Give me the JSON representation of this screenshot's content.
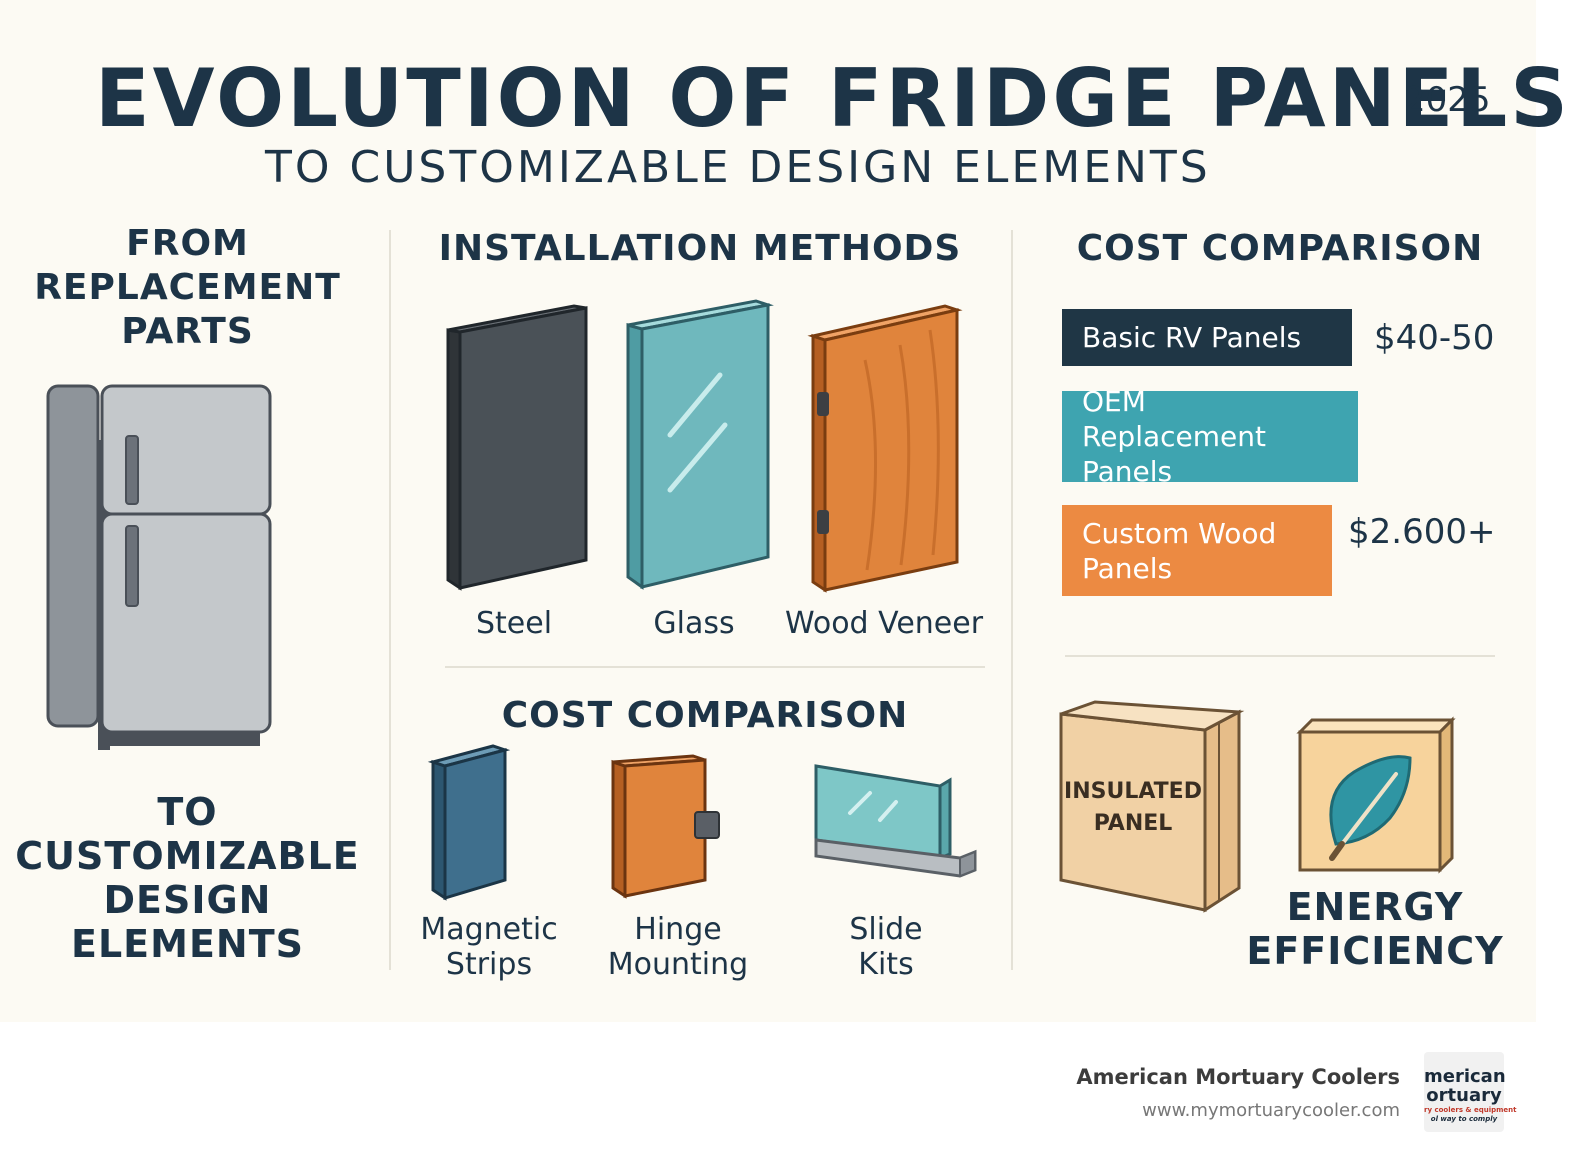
{
  "header": {
    "title": "EVOLUTION OF FRIDGE PANELS",
    "year": "2025",
    "subtitle": "TO CUSTOMIZABLE DESIGN ELEMENTS"
  },
  "left": {
    "top_lines": [
      "FROM",
      "REPLACEMENT",
      "PARTS"
    ],
    "bottom_lines": [
      "TO",
      "CUSTOMIZABLE",
      "DESIGN",
      "ELEMENTS"
    ]
  },
  "installation": {
    "title": "INSTALLATION METHODS",
    "materials": [
      {
        "label": "Steel",
        "color": "#4a5157"
      },
      {
        "label": "Glass",
        "color": "#6fb8bd"
      },
      {
        "label": "Wood Veneer",
        "color": "#e0843c"
      }
    ]
  },
  "methods": {
    "title": "COST COMPARISON",
    "items": [
      {
        "lines": [
          "Magnetic",
          "Strips"
        ]
      },
      {
        "lines": [
          "Hinge",
          "Mounting"
        ]
      },
      {
        "lines": [
          "Slide",
          "Kits"
        ]
      }
    ]
  },
  "costs": {
    "title": "COST COMPARISON",
    "rows": [
      {
        "lines": [
          "Basic RV Panels"
        ],
        "price": "$40-50",
        "color": "#1f3645"
      },
      {
        "lines": [
          "OEM Replacement",
          "Panels"
        ],
        "price": "",
        "color": "#3ea4b0"
      },
      {
        "lines": [
          "Custom Wood",
          "Panels"
        ],
        "price": "$2.600+",
        "color": "#ec8a42"
      }
    ]
  },
  "insulated": {
    "label_lines": [
      "INSULATED",
      "PANEL"
    ]
  },
  "energy": {
    "lines": [
      "ENERGY",
      "EFFICIENCY"
    ]
  },
  "footer": {
    "brand": "American Mortuary Coolers",
    "url": "www.mymortuarycooler.com",
    "logo_lines": [
      "merican",
      "ortuary",
      "ry coolers & equipment",
      "ol way to comply"
    ]
  },
  "colors": {
    "navy": "#1d3447",
    "teal": "#3ea4b0",
    "orange": "#ec8a42",
    "background": "#fcfaf3"
  }
}
